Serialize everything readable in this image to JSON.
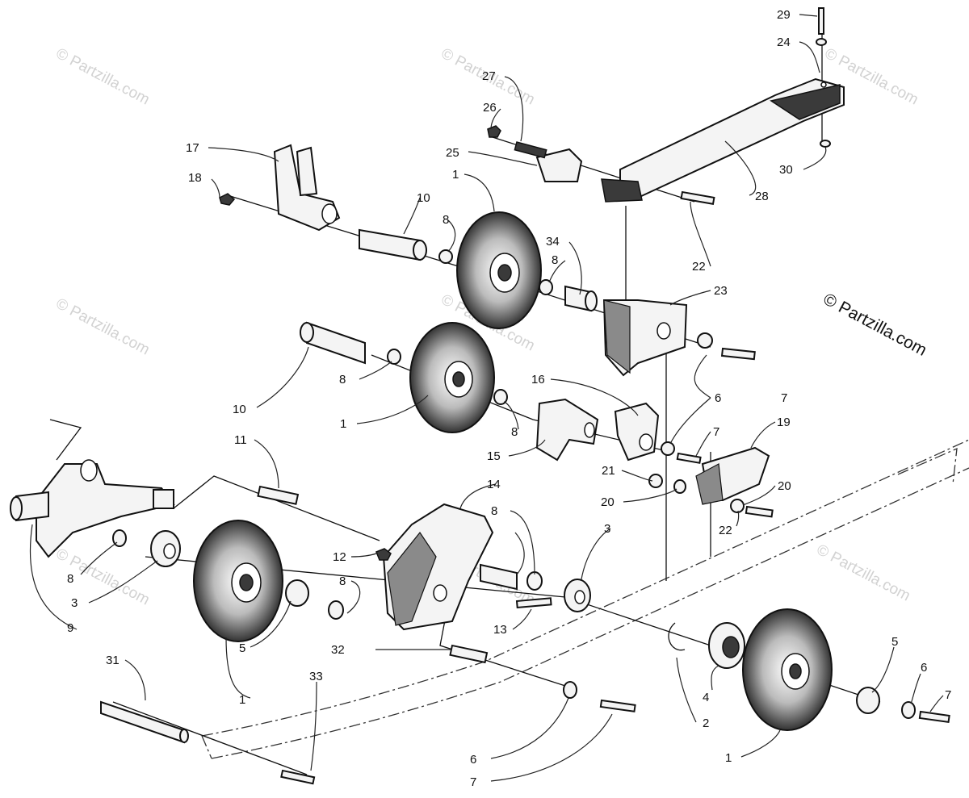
{
  "credit": "© Partzilla.com",
  "watermark": "© Partzilla.com",
  "callouts": [
    {
      "id": "c29",
      "text": "29"
    },
    {
      "id": "c24",
      "text": "24"
    },
    {
      "id": "c27",
      "text": "27"
    },
    {
      "id": "c26",
      "text": "26"
    },
    {
      "id": "c25",
      "text": "25"
    },
    {
      "id": "c17",
      "text": "17"
    },
    {
      "id": "c18",
      "text": "18"
    },
    {
      "id": "c1a",
      "text": "1"
    },
    {
      "id": "c10a",
      "text": "10"
    },
    {
      "id": "c8a",
      "text": "8"
    },
    {
      "id": "c34",
      "text": "34"
    },
    {
      "id": "c8b",
      "text": "8"
    },
    {
      "id": "c30",
      "text": "30"
    },
    {
      "id": "c28",
      "text": "28"
    },
    {
      "id": "c22a",
      "text": "22"
    },
    {
      "id": "c23",
      "text": "23"
    },
    {
      "id": "c10b",
      "text": "10"
    },
    {
      "id": "c8c",
      "text": "8"
    },
    {
      "id": "c1b",
      "text": "1"
    },
    {
      "id": "c8d",
      "text": "8"
    },
    {
      "id": "c16",
      "text": "16"
    },
    {
      "id": "c6a",
      "text": "6"
    },
    {
      "id": "c7a",
      "text": "7"
    },
    {
      "id": "c15",
      "text": "15"
    },
    {
      "id": "c7b",
      "text": "7"
    },
    {
      "id": "c19",
      "text": "19"
    },
    {
      "id": "c11",
      "text": "11"
    },
    {
      "id": "c14",
      "text": "14"
    },
    {
      "id": "c21",
      "text": "21"
    },
    {
      "id": "c20a",
      "text": "20"
    },
    {
      "id": "c20b",
      "text": "20"
    },
    {
      "id": "c22b",
      "text": "22"
    },
    {
      "id": "c8e",
      "text": "8"
    },
    {
      "id": "c3a",
      "text": "3"
    },
    {
      "id": "c12",
      "text": "12"
    },
    {
      "id": "c8f",
      "text": "8"
    },
    {
      "id": "c8g",
      "text": "8"
    },
    {
      "id": "c3b",
      "text": "3"
    },
    {
      "id": "c9",
      "text": "9"
    },
    {
      "id": "c5a",
      "text": "5"
    },
    {
      "id": "c13",
      "text": "13"
    },
    {
      "id": "c31",
      "text": "31"
    },
    {
      "id": "c32",
      "text": "32"
    },
    {
      "id": "c33",
      "text": "33"
    },
    {
      "id": "c1c",
      "text": "1"
    },
    {
      "id": "c5b",
      "text": "5"
    },
    {
      "id": "c6b",
      "text": "6"
    },
    {
      "id": "c4",
      "text": "4"
    },
    {
      "id": "c2",
      "text": "2"
    },
    {
      "id": "c7c",
      "text": "7"
    },
    {
      "id": "c6c",
      "text": "6"
    },
    {
      "id": "c7d",
      "text": "7"
    },
    {
      "id": "c1d",
      "text": "1"
    }
  ]
}
